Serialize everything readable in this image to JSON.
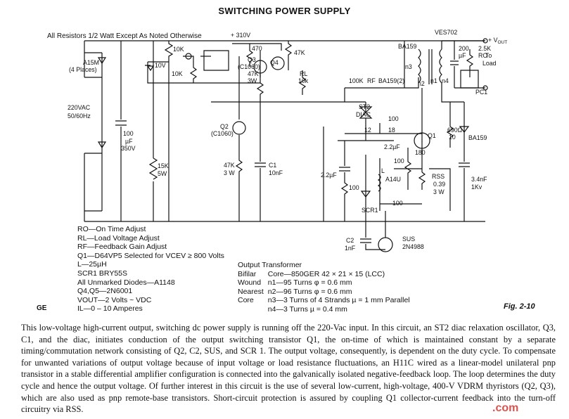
{
  "title": "SWITCHING POWER SUPPLY",
  "header_note": "All Resistors 1/2 Watt Except As Noted Otherwise",
  "labels": {
    "a15m": "A15M",
    "a15m_places": "(4 Places)",
    "ac_input": "220VAC",
    "ac_freq": "50/60Hz",
    "c_bulk_1": "100",
    "c_bulk_2": "µF",
    "c_bulk_3": "350V",
    "r15k_1": "15K",
    "r15k_2": "5W",
    "r10k_a": "10K",
    "r10k_b": "10K",
    "z10v": "10V",
    "v310": "+ 310V",
    "r470": "470",
    "r47k_top": "47K",
    "q3": "Q3",
    "q3_part": "(C1060)",
    "q4": "Q4",
    "r47k_3w_1": "47K",
    "r47k_3w_2": "3W",
    "rl_1": "RL",
    "rl_2": "10k",
    "q2": "Q2",
    "q2_part": "(C1060)",
    "r47k_2_1": "47K",
    "r47k_2_2": "3 W",
    "c1_1": "C1",
    "c1_2": "10nF",
    "ves702": "VES702",
    "ba159_top": "BA159",
    "n3": "n3",
    "n2": "n2",
    "n1": "n1",
    "n4": "n4",
    "vout": "+ V",
    "vout_sub": "OUT",
    "c200_1": "200",
    "c200_2": "µF",
    "r25k": "2.5K",
    "ro_1": "RO",
    "ro_2": "To",
    "ro_3": "Load",
    "pc1": "PC1",
    "r100k": "100K",
    "rf": "RF",
    "ba159_2": "BA159(2)",
    "st2_1": "ST2",
    "st2_2": "DIAC",
    "r100_a": "100",
    "r12": "12",
    "r18": "18",
    "q1": "Q1",
    "r690_1": "690Ω",
    "r690_2": "10",
    "ba159_r": "BA159",
    "c22_a": "2.2µF",
    "c22_b": "2.2µF",
    "r180": "180",
    "r100_b": "100",
    "r100_c": "100",
    "a14u": "A14U",
    "rss_1": "RSS",
    "rss_2": "0.39",
    "rss_3": "3 W",
    "c34_1": "3.4nF",
    "c34_2": "1Kv",
    "scr1": "SCR1",
    "r100_d": "100",
    "c2_1": "C2",
    "c2_2": "1nF",
    "sus_1": "SUS",
    "sus_2": "2N4988",
    "l_label": "L"
  },
  "notes": [
    "RO—On Time Adjust",
    "RL—Load Voltage Adjust",
    "RF—Feedback Gain Adjust",
    "Q1—D64VP5 Selected for VCEV ≥ 800 Volts",
    "L—25µH",
    "SCR1 BRY55S",
    "All Unmarked Diodes—A1148",
    "Q4,Q5—2N6001",
    "VOUT—2 Volts ~ VDC",
    "IL—0 – 10 Amperes"
  ],
  "transformer": {
    "heading": "Output Transformer",
    "rows": [
      [
        "Bifilar",
        "Core—850GER 42 × 21 × 15 (LCC)"
      ],
      [
        "Wound",
        "n1—95 Turns φ = 0.6 mm"
      ],
      [
        "Nearest",
        "n2—96 Turns φ = 0.6 mm"
      ],
      [
        "Core",
        "n3—3 Turns of 4 Strands µ = 1 mm Parallel"
      ],
      [
        "",
        "n4—3 Turns µ = 0.4 mm"
      ]
    ]
  },
  "ge": "GE",
  "figure": "Fig. 2-10",
  "caption": "This low-voltage high-current output, switching dc power supply is running off the 220-Vac input. In this circuit, an ST2 diac relaxation oscillator, Q3, C1, and the diac, initiates conduction of the output switching transistor Q1, the on-time of which is maintained constant by a separate timing/commutation network consisting of Q2, C2, SUS, and SCR 1. The output voltage, consequently, is dependent on the duty cycle. To compensate for unwanted variations of output voltage because of input voltage or load resistance fluctuations, an H11C wired as a linear-model unilateral pnp transistor in a stable differential amplifier configuration is connected into the galvanically isolated negative-feedback loop. The loop determines the duty cycle and hence the output voltage. Of further interest in this circuit is the use of several low-current, high-voltage, 400-V VDRM thyristors (Q2, Q3), which are also used as pnp remote-base transistors. Short-circuit protection is assured by coupling Q1 collector-current feedback into the turn-off circuitry via RSS.",
  "watermark": ".com"
}
